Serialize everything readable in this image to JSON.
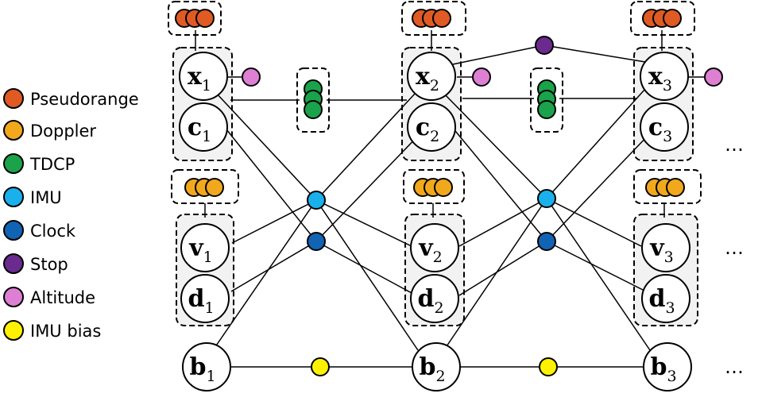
{
  "legend": [
    {
      "label": "Pseudorange",
      "color": "#e05a24"
    },
    {
      "label": "Doppler",
      "color": "#f2a81d"
    },
    {
      "label": "TDCP",
      "color": "#1aa34a"
    },
    {
      "label": "IMU",
      "color": "#1ab0ec"
    },
    {
      "label": "Clock",
      "color": "#1164b4"
    },
    {
      "label": "Stop",
      "color": "#6a2a8e"
    },
    {
      "label": "Altitude",
      "color": "#dd7fd2"
    },
    {
      "label": "IMU bias",
      "color": "#fff200"
    }
  ],
  "epochs": [
    {
      "x": "x",
      "c": "c",
      "v": "v",
      "d": "d",
      "b": "b",
      "index": "1"
    },
    {
      "x": "x",
      "c": "c",
      "v": "v",
      "d": "d",
      "b": "b",
      "index": "2"
    },
    {
      "x": "x",
      "c": "c",
      "v": "v",
      "d": "d",
      "b": "b",
      "index": "3"
    }
  ],
  "ellipsis": "…"
}
